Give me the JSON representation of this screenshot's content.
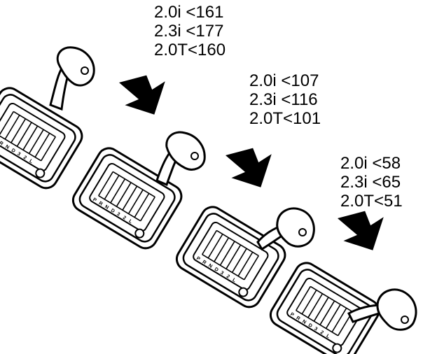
{
  "diagram": {
    "stages": [
      {
        "lines": [
          "2.0i <161",
          "2.3i <177",
          "2.0T<160"
        ]
      },
      {
        "lines": [
          "2.0i <107",
          "2.3i <116",
          "2.0T<101"
        ]
      },
      {
        "lines": [
          "2.0i <58",
          "2.3i <65",
          "2.0T<51"
        ]
      }
    ],
    "gear_letters": [
      "P",
      "R",
      "N",
      "D",
      "3",
      "2",
      "L"
    ],
    "colors": {
      "ink": "#000000",
      "paper": "#ffffff"
    },
    "icons": [
      "shift-button-icon",
      "down-arrow-icon"
    ]
  }
}
